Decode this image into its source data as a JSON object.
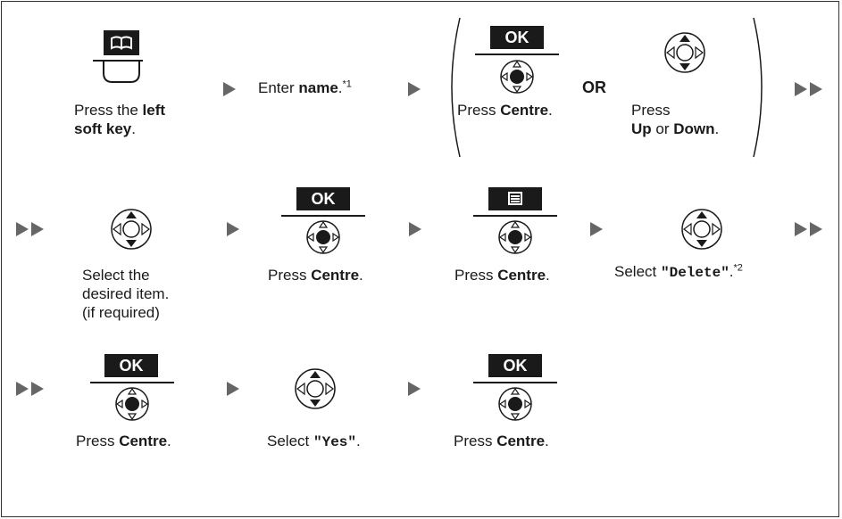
{
  "colors": {
    "ink": "#1a1a1a",
    "arrow": "#666666"
  },
  "row1": {
    "step1": {
      "pre": "Press the ",
      "bold1": "left",
      "bold2": "soft key",
      "post": "."
    },
    "step2": {
      "pre": "Enter ",
      "bold": "name",
      "post": ".",
      "note": "*1"
    },
    "choiceA": {
      "key": "OK",
      "pre": "Press ",
      "bold": "Centre",
      "post": "."
    },
    "or": "OR",
    "choiceB": {
      "line1": "Press",
      "bold1": "Up",
      "mid": " or ",
      "bold2": "Down",
      "post": "."
    }
  },
  "row2": {
    "step1": {
      "line1": "Select the",
      "line2": "desired item.",
      "line3": "(if required)"
    },
    "step2": {
      "key": "OK",
      "pre": "Press ",
      "bold": "Centre",
      "post": "."
    },
    "step3": {
      "icon": "menu-key-icon",
      "pre": "Press ",
      "bold": "Centre",
      "post": "."
    },
    "step4": {
      "pre": "Select ",
      "code": "\"Delete\"",
      "post": ".",
      "note": "*2"
    }
  },
  "row3": {
    "step1": {
      "key": "OK",
      "pre": "Press ",
      "bold": "Centre",
      "post": "."
    },
    "step2": {
      "pre": "Select ",
      "code": "\"Yes\"",
      "post": "."
    },
    "step3": {
      "key": "OK",
      "pre": "Press ",
      "bold": "Centre",
      "post": "."
    }
  }
}
